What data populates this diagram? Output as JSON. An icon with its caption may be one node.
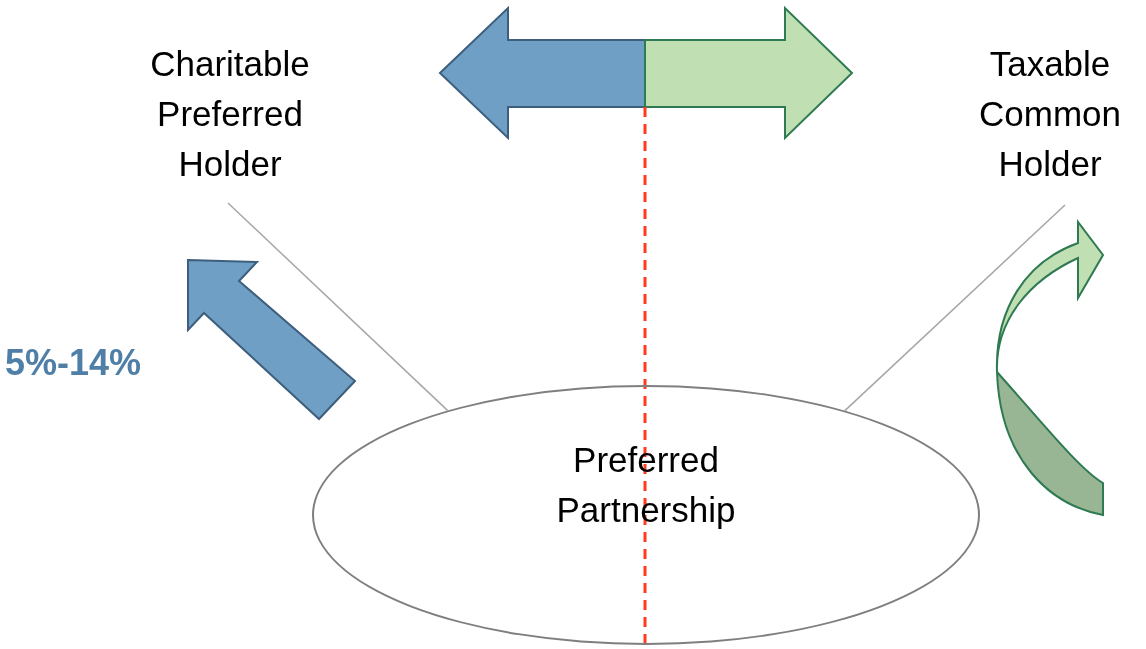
{
  "diagram": {
    "nodes": [
      {
        "text": [
          "Charitable Preferred Holder"
        ]
      },
      {
        "text": [
          "Taxable Common Holder"
        ]
      },
      {
        "text": [
          "Preferred Partnership"
        ]
      }
    ],
    "edges": [
      {
        "from": 0,
        "to": 2,
        "arrow": "none"
      },
      {
        "from": 1,
        "to": 2,
        "arrow": "none"
      }
    ],
    "labels": [
      "5%-14%"
    ]
  }
}
